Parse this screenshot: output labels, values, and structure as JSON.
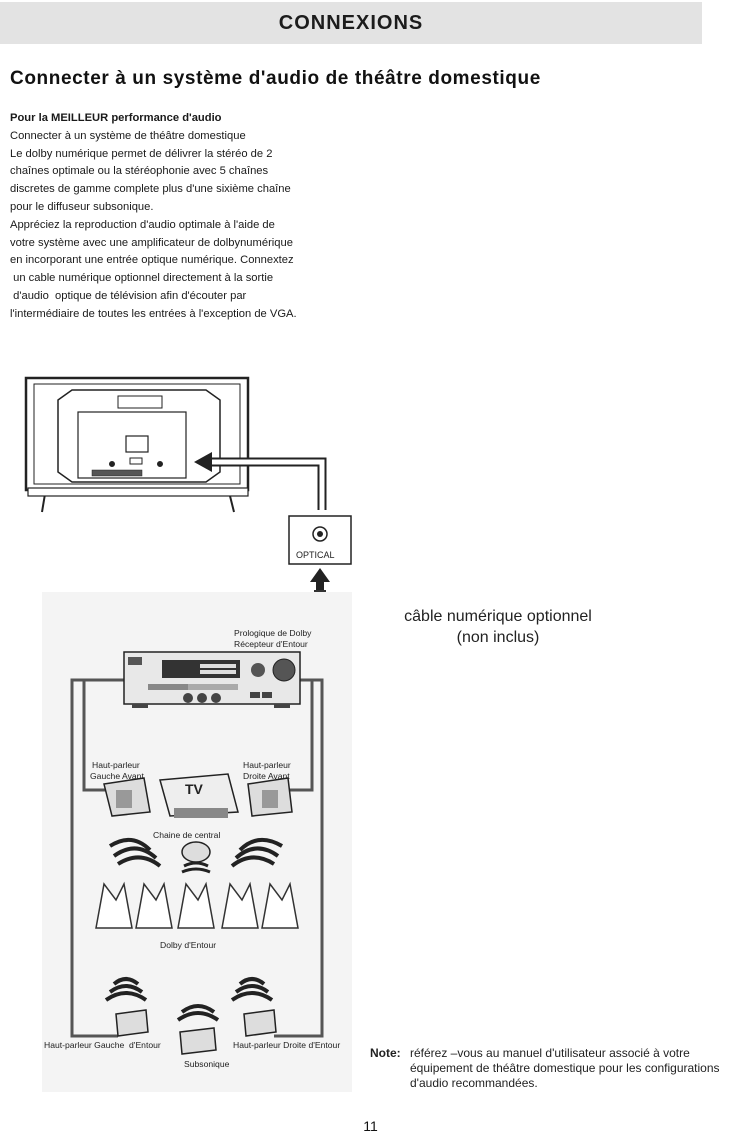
{
  "header": {
    "title": "CONNEXIONS"
  },
  "section": {
    "title": "Connecter à un système d'audio de théâtre domestique"
  },
  "intro": {
    "heading": "Pour la MEILLEUR performance d'audio",
    "lines": [
      "Connecter à un système de théâtre domestique",
      "Le dolby numérique permet de délivrer la stéréo de 2",
      "chaînes optimale ou la stéréophonie avec 5 chaînes",
      "discretes de gamme complete plus d'une sixième chaîne",
      "pour le diffuseur subsonique.",
      "Appréciez la reproduction d'audio optimale à l'aide de",
      "votre système avec une amplificateur de dolbynumérique",
      "en incorporant une entrée optique numérique. Connextez",
      " un cable numérique optionnel directement à la sortie",
      " d'audio  optique de télévision afin d'écouter par",
      "l'intermédiaire de toutes les entrées à l'exception de VGA."
    ]
  },
  "diagram": {
    "optical_label": "OPTICAL",
    "receiver_label_1": "Prologique de Dolby",
    "receiver_label_2": "Récepteur d'Entour",
    "front_left_1": "Haut-parleur",
    "front_left_2": "Gauche Avant",
    "front_right_1": "Haut-parleur",
    "front_right_2": "Droite Avant",
    "tv_label": "TV",
    "center_label": "Chaine de central",
    "surround_label": "Dolby d'Entour",
    "rear_left_label": "Haut-parleur Gauche  d'Entour",
    "rear_right_label": "Haut-parleur Droite d'Entour",
    "subwoofer_label": "Subsonique",
    "cable_caption_1": "câble numérique optionnel",
    "cable_caption_2": "(non inclus)"
  },
  "note": {
    "label": "Note:",
    "text": "référez –vous au manuel d'utilisateur associé à votre équipement de théâtre domestique pour les configurations d'audio recommandées."
  },
  "footer": {
    "page_number": "11"
  }
}
